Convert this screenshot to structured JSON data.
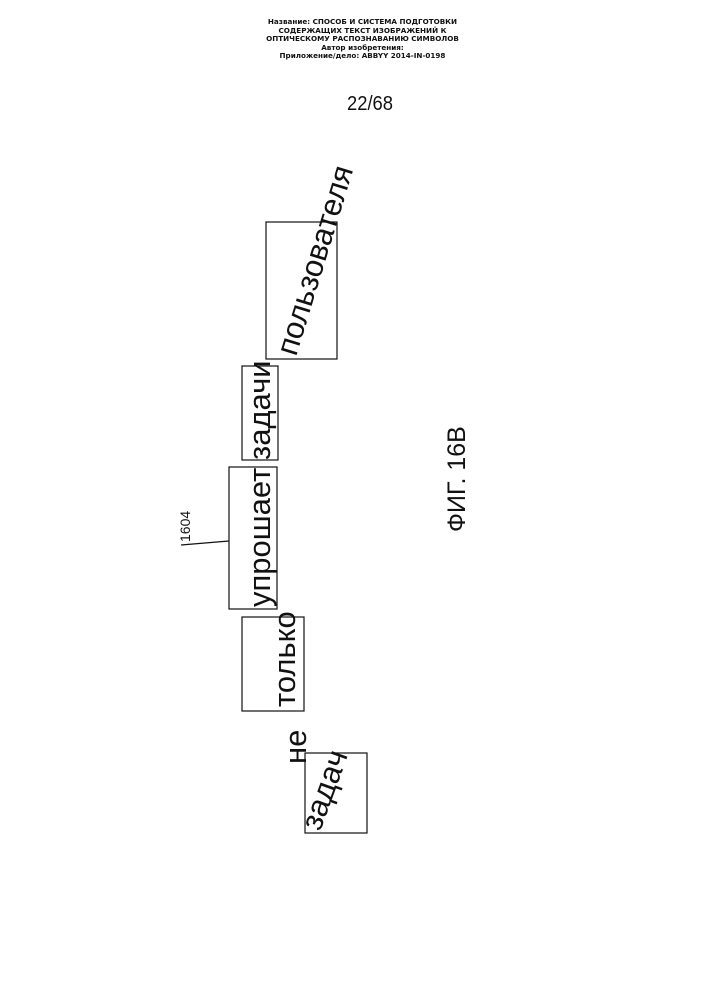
{
  "header": {
    "line1": "Название:  СПОСОБ И СИСТЕМА ПОДГОТОВКИ",
    "line2": "СОДЕРЖАЩИХ ТЕКСТ ИЗОБРАЖЕНИЙ К",
    "line3": "ОПТИЧЕСКОМУ РАСПОЗНАВАНИЮ СИМВОЛОВ",
    "line4": "Автор изобретения:",
    "line5": "Приложение/дело:  ABBYY 2014-IN-0198"
  },
  "page_number": "22/68",
  "figure": {
    "words": [
      {
        "id": "w1",
        "text": "задач"
      },
      {
        "id": "w2",
        "text": "не"
      },
      {
        "id": "w3",
        "text": "только"
      },
      {
        "id": "w4",
        "text": "упрошает"
      },
      {
        "id": "w5",
        "text": "задачи"
      },
      {
        "id": "w6",
        "text": "пользователя"
      }
    ],
    "reference_label": "1604",
    "caption": "ФИГ. 16B"
  }
}
